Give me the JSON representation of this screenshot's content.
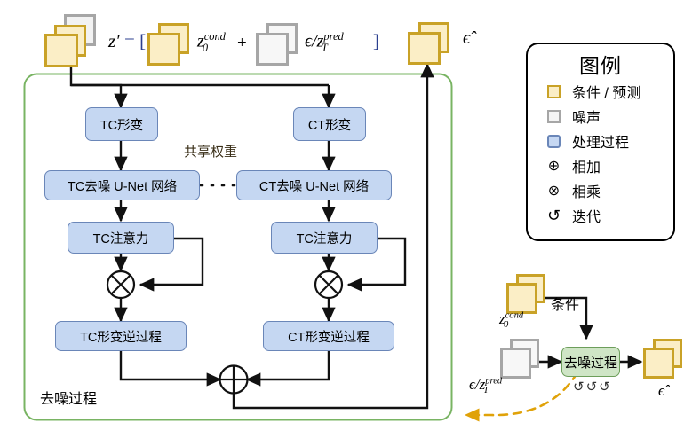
{
  "title": "Dual-branch denoising diffusion architecture diagram",
  "colors": {
    "cond_fill": "#fbeec6",
    "cond_stroke": "#c9a227",
    "noise_fill": "#f2f2f2",
    "noise_stroke": "#a6a6a6",
    "process_fill": "#c5d7f2",
    "process_stroke": "#6a86b8",
    "container_stroke": "#79b463",
    "denoise_fill": "#cfe5c6",
    "denoise_stroke": "#6d9e5b",
    "feedback_arrow": "#e0a209",
    "bracket_blue": "#2b3f8f"
  },
  "top_equation": {
    "z_prime": "z′",
    "equals": "= [",
    "cond_label_base": "z",
    "cond_label_sup": "cond",
    "cond_label_sub": "0",
    "plus": "+",
    "noise_label_eps": "ϵ",
    "noise_label_slash": "/",
    "noise_label_base": "z",
    "noise_label_sup": "pred",
    "noise_label_sub": "T",
    "close_bracket": "]"
  },
  "output": {
    "epsilon_hat": "ϵ̂"
  },
  "container": {
    "label": "去噪过程"
  },
  "shared_weights_label": "共享权重",
  "branches": {
    "left": {
      "deform": "TC形变",
      "unet": "TC去噪 U-Net 网络",
      "attention": "TC注意力",
      "inverse": "TC形变逆过程"
    },
    "right": {
      "deform": "CT形变",
      "unet": "CT去噪 U-Net 网络",
      "attention": "TC注意力",
      "inverse": "CT形变逆过程"
    }
  },
  "operators": {
    "multiply": "⊗",
    "add": "⊕"
  },
  "legend": {
    "title": "图例",
    "items": [
      {
        "glyph": "square",
        "label": "条件 / 预测",
        "fill": "#fbeec6",
        "stroke": "#c9a227"
      },
      {
        "glyph": "square",
        "label": "噪声",
        "fill": "#f2f2f2",
        "stroke": "#a6a6a6"
      },
      {
        "glyph": "square",
        "label": "处理过程",
        "fill": "#c5d7f2",
        "stroke": "#6a86b8"
      },
      {
        "glyph": "⊕",
        "label": "相加"
      },
      {
        "glyph": "⊗",
        "label": "相乘"
      },
      {
        "glyph": "↺",
        "label": "迭代"
      }
    ]
  },
  "detail_panel": {
    "cond_base": "z",
    "cond_sup": "cond",
    "cond_sub": "0",
    "noise_eps": "ϵ",
    "noise_slash": "/",
    "noise_base": "z",
    "noise_sup": "pred",
    "noise_sub": "T",
    "condition_label": "条件",
    "denoise_label": "去噪过程",
    "iteration_glyphs": "↺↺↺",
    "output_label": "ϵ̂"
  }
}
